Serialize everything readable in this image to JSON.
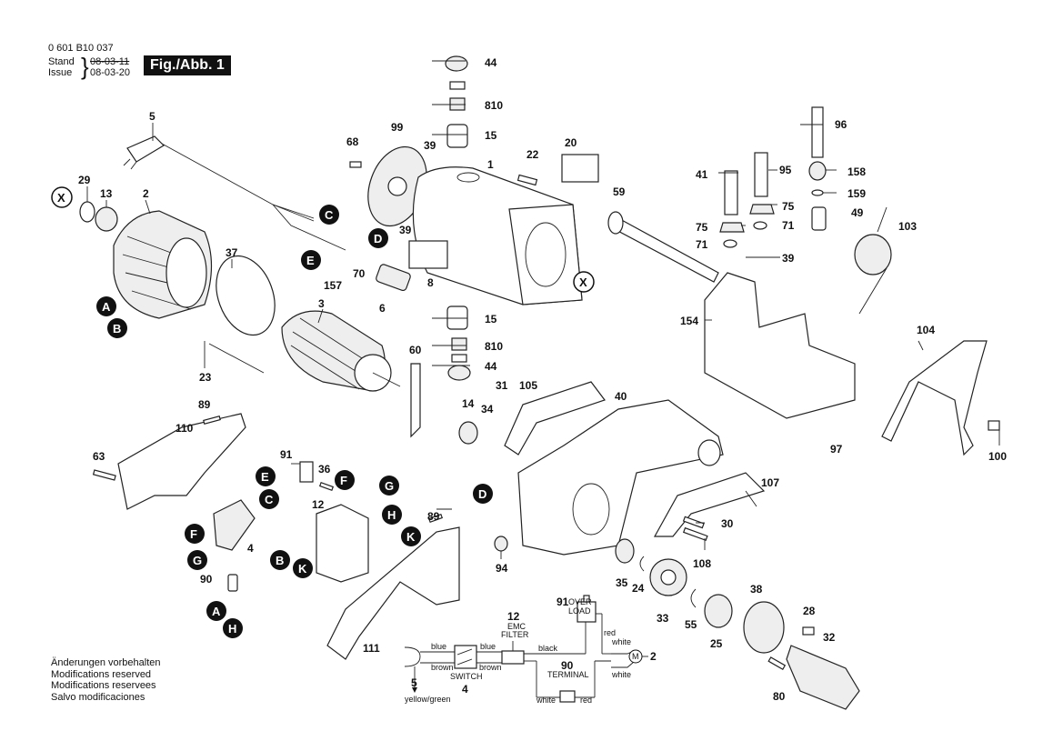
{
  "header": {
    "document_number": "0 601 B10 037",
    "stand_label": "Stand",
    "issue_label": "Issue",
    "stand_date": "08-03-11",
    "issue_date": "08-03-20",
    "figure_label": "Fig./Abb. 1"
  },
  "notes": [
    "Änderungen vorbehalten",
    "Modifications reserved",
    "Modifications reservees",
    "Salvo modificaciones"
  ],
  "parts": [
    {
      "id": "p5",
      "label": "5"
    },
    {
      "id": "p29",
      "label": "29"
    },
    {
      "id": "p13",
      "label": "13"
    },
    {
      "id": "p2",
      "label": "2"
    },
    {
      "id": "p37",
      "label": "37"
    },
    {
      "id": "p3",
      "label": "3"
    },
    {
      "id": "p23",
      "label": "23"
    },
    {
      "id": "p157",
      "label": "157"
    },
    {
      "id": "p70",
      "label": "70"
    },
    {
      "id": "p6",
      "label": "6"
    },
    {
      "id": "p68",
      "label": "68"
    },
    {
      "id": "p99",
      "label": "99"
    },
    {
      "id": "p39a",
      "label": "39"
    },
    {
      "id": "p39b",
      "label": "39"
    },
    {
      "id": "p1",
      "label": "1"
    },
    {
      "id": "p8",
      "label": "8"
    },
    {
      "id": "p44a",
      "label": "44"
    },
    {
      "id": "p810a",
      "label": "810"
    },
    {
      "id": "p15a",
      "label": "15"
    },
    {
      "id": "p22",
      "label": "22"
    },
    {
      "id": "p20",
      "label": "20"
    },
    {
      "id": "p15b",
      "label": "15"
    },
    {
      "id": "p810b",
      "label": "810"
    },
    {
      "id": "p44b",
      "label": "44"
    },
    {
      "id": "p59",
      "label": "59"
    },
    {
      "id": "p41",
      "label": "41"
    },
    {
      "id": "p95",
      "label": "95"
    },
    {
      "id": "p96",
      "label": "96"
    },
    {
      "id": "p158",
      "label": "158"
    },
    {
      "id": "p159",
      "label": "159"
    },
    {
      "id": "p75a",
      "label": "75"
    },
    {
      "id": "p75b",
      "label": "75"
    },
    {
      "id": "p71a",
      "label": "71"
    },
    {
      "id": "p71b",
      "label": "71"
    },
    {
      "id": "p49",
      "label": "49"
    },
    {
      "id": "p103",
      "label": "103"
    },
    {
      "id": "p39c",
      "label": "39"
    },
    {
      "id": "p154",
      "label": "154"
    },
    {
      "id": "p104",
      "label": "104"
    },
    {
      "id": "p97",
      "label": "97"
    },
    {
      "id": "p100",
      "label": "100"
    },
    {
      "id": "p60",
      "label": "60"
    },
    {
      "id": "p14",
      "label": "14"
    },
    {
      "id": "p31",
      "label": "31"
    },
    {
      "id": "p34",
      "label": "34"
    },
    {
      "id": "p105",
      "label": "105"
    },
    {
      "id": "p40",
      "label": "40"
    },
    {
      "id": "p107",
      "label": "107"
    },
    {
      "id": "p30",
      "label": "30"
    },
    {
      "id": "p108",
      "label": "108"
    },
    {
      "id": "p94",
      "label": "94"
    },
    {
      "id": "p35",
      "label": "35"
    },
    {
      "id": "p24",
      "label": "24"
    },
    {
      "id": "p33",
      "label": "33"
    },
    {
      "id": "p55",
      "label": "55"
    },
    {
      "id": "p25",
      "label": "25"
    },
    {
      "id": "p38",
      "label": "38"
    },
    {
      "id": "p28",
      "label": "28"
    },
    {
      "id": "p32",
      "label": "32"
    },
    {
      "id": "p80",
      "label": "80"
    },
    {
      "id": "p89a",
      "label": "89"
    },
    {
      "id": "p110",
      "label": "110"
    },
    {
      "id": "p63",
      "label": "63"
    },
    {
      "id": "p91",
      "label": "91"
    },
    {
      "id": "p36",
      "label": "36"
    },
    {
      "id": "p12",
      "label": "12"
    },
    {
      "id": "p4",
      "label": "4"
    },
    {
      "id": "p90",
      "label": "90"
    },
    {
      "id": "p89b",
      "label": "89"
    },
    {
      "id": "p111",
      "label": "111"
    }
  ],
  "connectors": {
    "X": "X",
    "A": "A",
    "B": "B",
    "C": "C",
    "D": "D",
    "E": "E",
    "F": "F",
    "G": "G",
    "H": "H",
    "K": "K"
  },
  "wiring": {
    "plug_part": "5",
    "ground_wire": "yellow/green",
    "switch_label": "SWITCH",
    "switch_part": "4",
    "filter_part": "12",
    "filter_label_1": "EMC",
    "filter_label_2": "FILTER",
    "overload_part": "91",
    "overload_label_1": "OVER",
    "overload_label_2": "LOAD",
    "terminal_part": "90",
    "terminal_label": "TERMINAL",
    "motor_part": "2",
    "motor_symbol": "M",
    "wire_blue_1": "blue",
    "wire_brown_1": "brown",
    "wire_blue_2": "blue",
    "wire_brown_2": "brown",
    "wire_black": "black",
    "wire_red_1": "red",
    "wire_white_1": "white",
    "wire_white_2": "white",
    "wire_white_3": "white",
    "wire_red_2": "red"
  }
}
